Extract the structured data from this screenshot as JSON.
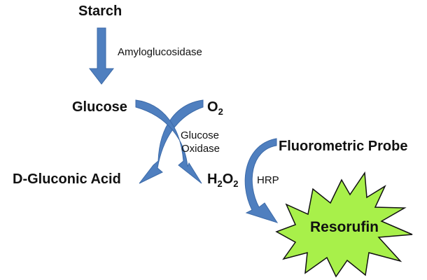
{
  "substrate": "Starch",
  "enzyme_1": "Amyloglucosidase",
  "intermediate": "Glucose",
  "oxygen": {
    "base": "O",
    "sub": "2"
  },
  "enzyme_2": {
    "line1": "Glucose",
    "line2": "Oxidase"
  },
  "byproduct": "D-Gluconic Acid",
  "peroxide": {
    "h": "H",
    "sub1": "2",
    "o": "O",
    "sub2": "2"
  },
  "probe": "Fluorometric Probe",
  "enzyme_3": "HRP",
  "product": "Resorufin",
  "colors": {
    "arrow": "#4f7fbf",
    "arrow_outline": "#3c6aa8",
    "starburst_fill": "#a8f04a",
    "starburst_stroke": "#111111",
    "text": "#111111"
  }
}
